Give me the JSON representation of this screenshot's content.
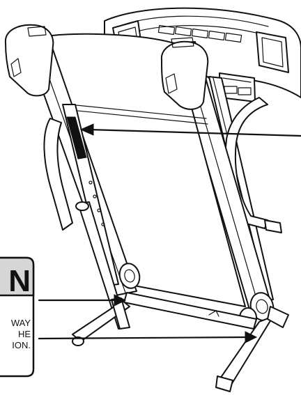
{
  "warning_label": {
    "heading_fragment": "N",
    "lines": [
      "WAY",
      "HE",
      "ION."
    ]
  },
  "colors": {
    "ink": "#111111",
    "label_header_fill": "#d6d6d6",
    "background": "#ffffff"
  }
}
